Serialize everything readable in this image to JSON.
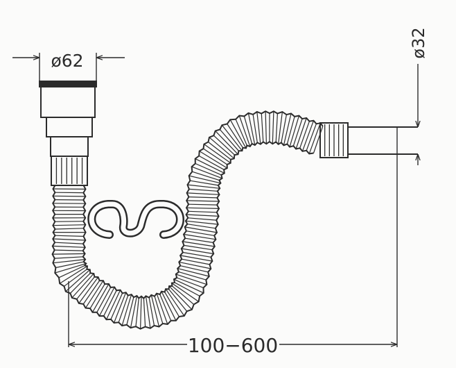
{
  "diagram": {
    "dimension_top_diameter": "ø62",
    "dimension_right_diameter": "ø32",
    "dimension_length_range": "100−600"
  },
  "colors": {
    "line": "#2b2b2b",
    "background": "#fbfbfa"
  }
}
